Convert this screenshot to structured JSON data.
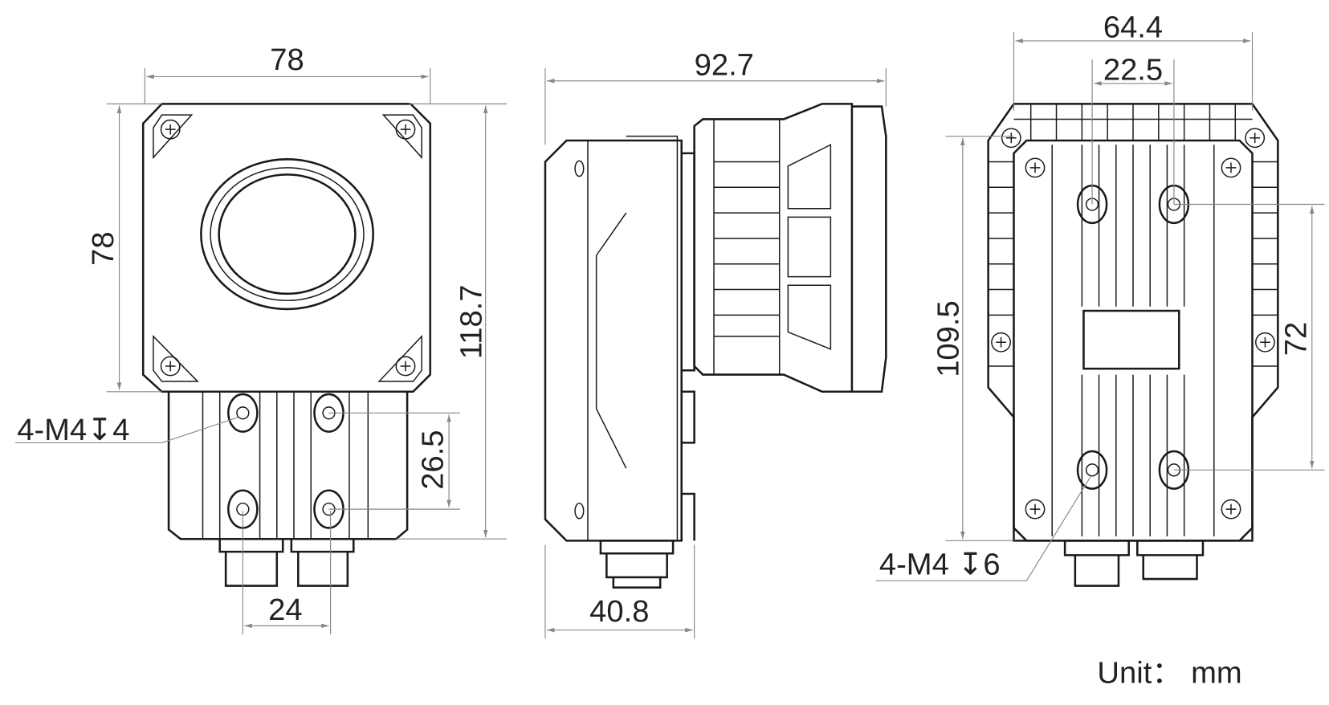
{
  "front_view": {
    "width": "78",
    "height_plate": "78",
    "height_total": "118.7",
    "hole_vertical": "26.5",
    "hole_horizontal": "24",
    "thread_note": "4-M4↧4"
  },
  "side_view": {
    "length_total": "92.7",
    "length_body": "40.8"
  },
  "back_view": {
    "width": "64.4",
    "hole_horizontal": "22.5",
    "height": "109.5",
    "hole_vertical": "72",
    "thread_note": "4-M4 ↧6"
  },
  "unit": "Unit： mm"
}
